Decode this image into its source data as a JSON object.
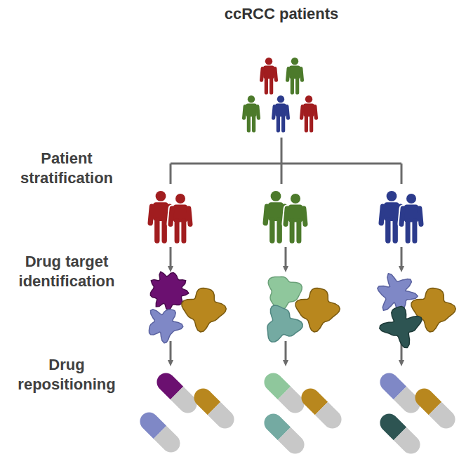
{
  "diagram": {
    "title": "ccRCC patients",
    "labels": [
      "Patient stratification",
      "Drug target identification",
      "Drug repositioning"
    ]
  }
}
